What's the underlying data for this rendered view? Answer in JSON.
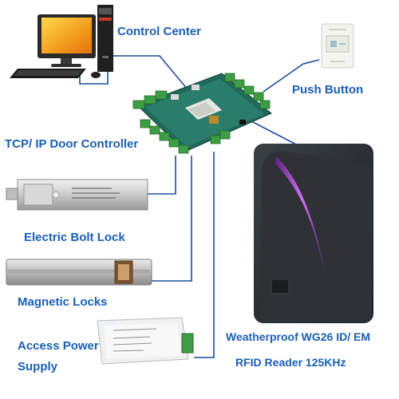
{
  "labels": {
    "control_center": "Control Center",
    "push_button": "Push Button",
    "tcp_controller": "TCP/ IP Door Controller",
    "electric_bolt": "Electric Bolt Lock",
    "magnetic_locks": "Magnetic Locks",
    "access_power_1": "Access Power",
    "access_power_2": "Supply",
    "reader_line1": "Weatherproof WG26 ID/ EM",
    "reader_line2": "RFID Reader 125KHz"
  },
  "colors": {
    "label_text": "#1a5fb4",
    "connector_line": "#1c4f9c",
    "board": "#1f6a5a",
    "terminal": "#3d9d44",
    "reader_body": "#2b2f33",
    "reader_led": "#b44cd8"
  }
}
